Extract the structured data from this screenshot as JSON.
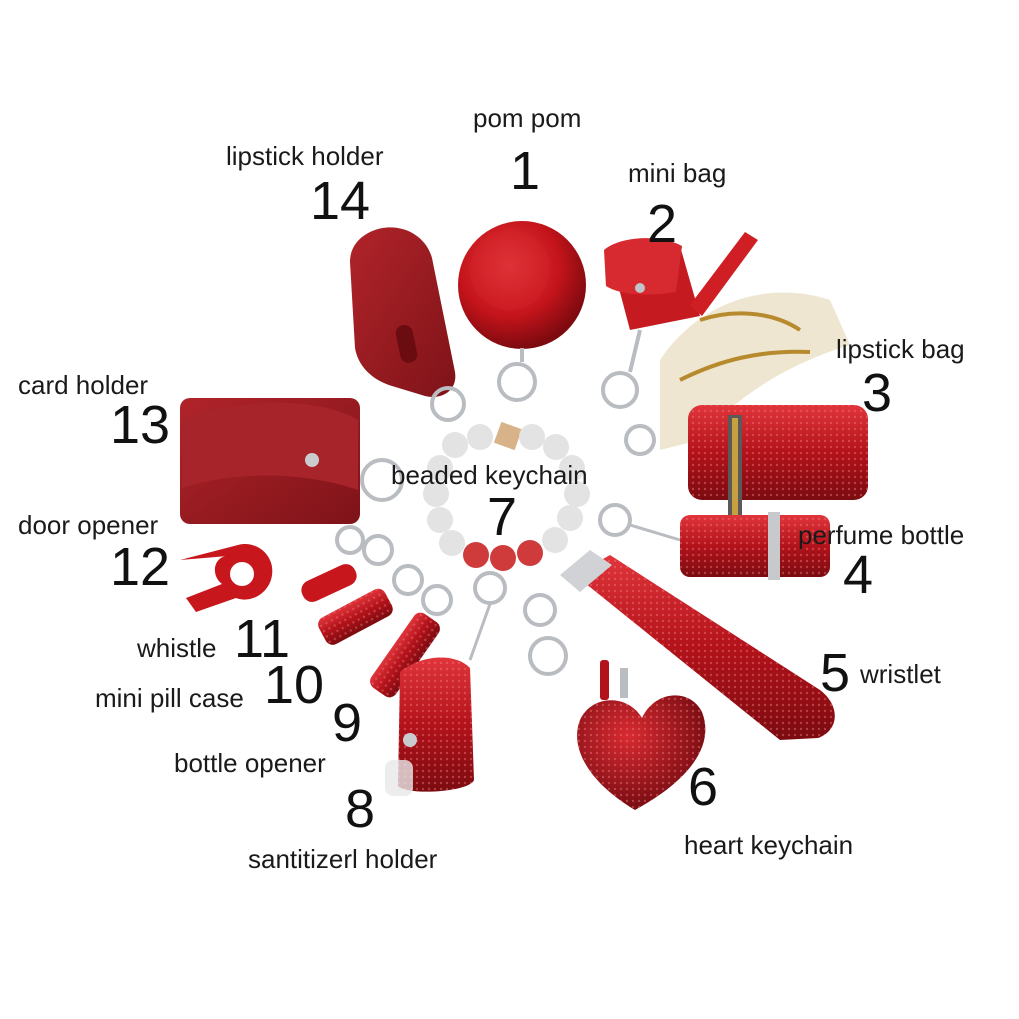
{
  "colors": {
    "background": "#ffffff",
    "red": "#c8161d",
    "red_dark": "#8e0f14",
    "leather": "#9b1d22",
    "silver": "#b9bcc0",
    "text": "#1a1a1a"
  },
  "items": [
    {
      "number": "1",
      "label": "pom pom",
      "icon": "pom-pom-icon"
    },
    {
      "number": "2",
      "label": "mini bag",
      "icon": "mini-bag-icon"
    },
    {
      "number": "3",
      "label": "lipstick bag",
      "icon": "lipstick-bag-icon"
    },
    {
      "number": "4",
      "label": "perfume bottle",
      "icon": "perfume-bottle-icon"
    },
    {
      "number": "5",
      "label": "wristlet",
      "icon": "wristlet-icon"
    },
    {
      "number": "6",
      "label": "heart keychain",
      "icon": "heart-keychain-icon"
    },
    {
      "number": "7",
      "label": "beaded keychain",
      "icon": "beaded-keychain-icon"
    },
    {
      "number": "8",
      "label": "santitizerl holder",
      "icon": "sanitizer-holder-icon"
    },
    {
      "number": "9",
      "label": "bottle opener",
      "icon": "bottle-opener-icon"
    },
    {
      "number": "10",
      "label": "mini pill case",
      "icon": "pill-case-icon"
    },
    {
      "number": "11",
      "label": "whistle",
      "icon": "whistle-icon"
    },
    {
      "number": "12",
      "label": "door opener",
      "icon": "door-opener-icon"
    },
    {
      "number": "13",
      "label": "card holder",
      "icon": "card-holder-icon"
    },
    {
      "number": "14",
      "label": "lipstick holder",
      "icon": "lipstick-holder-icon"
    }
  ]
}
